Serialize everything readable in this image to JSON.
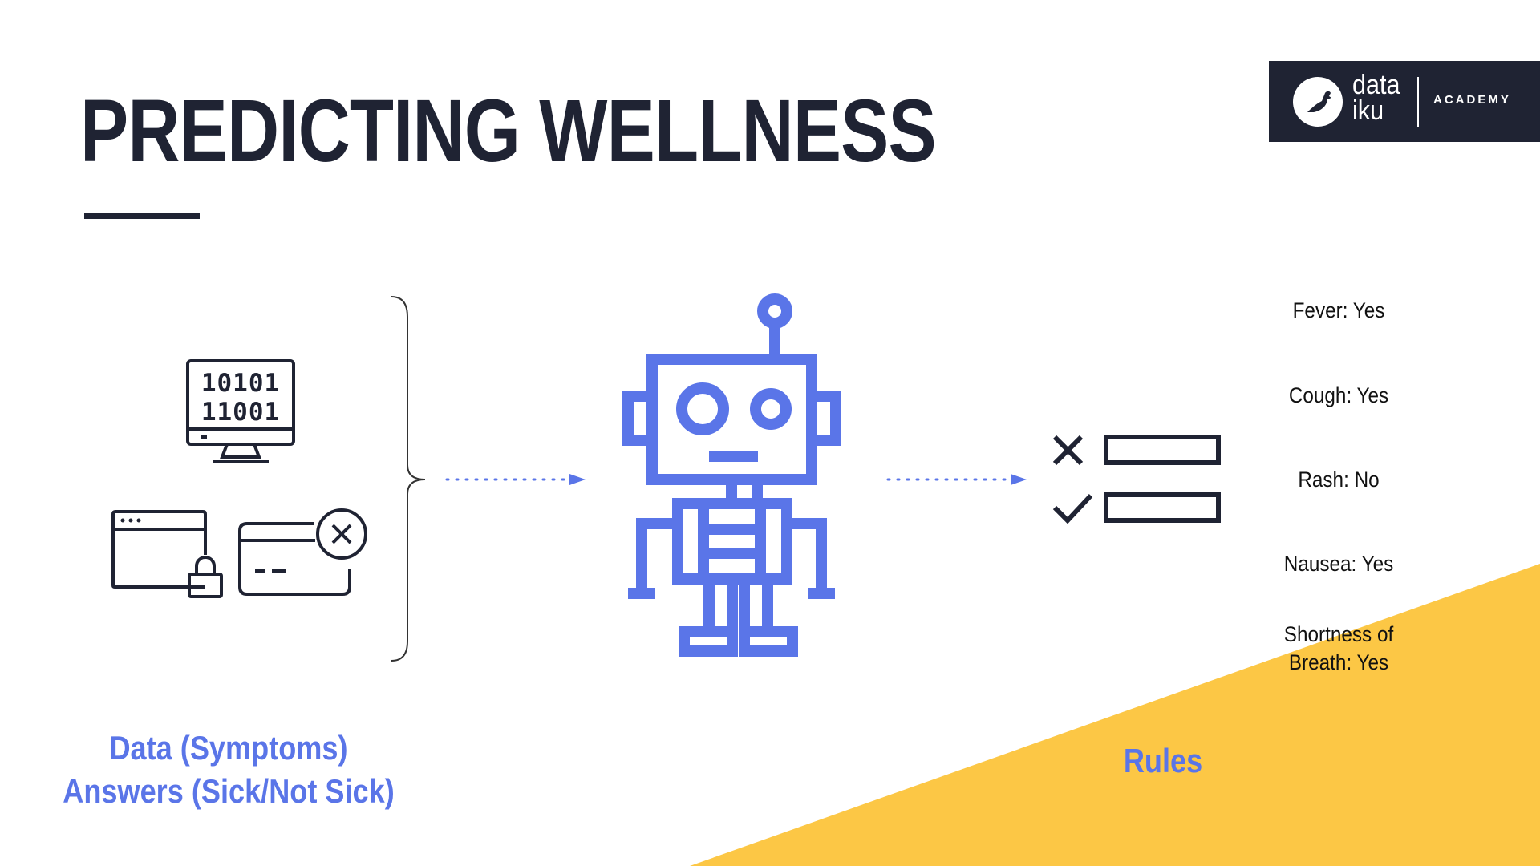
{
  "slide": {
    "title": "PREDICTING WELLNESS"
  },
  "logo": {
    "word_line1": "data",
    "word_line2": "iku",
    "academy": "ACADEMY"
  },
  "left_icons": {
    "binary_row1": "10101",
    "binary_row2": "11001"
  },
  "rules": [
    {
      "text": "Fever: Yes"
    },
    {
      "text": "Cough: Yes"
    },
    {
      "text": "Rash: No"
    },
    {
      "text": "Nausea: Yes"
    },
    {
      "text": "Shortness of Breath: Yes"
    }
  ],
  "captions": {
    "left_line1": "Data (Symptoms)",
    "left_line2": "Answers (Sick/Not Sick)",
    "right": "Rules"
  },
  "colors": {
    "navy": "#1f2333",
    "accent_blue": "#5a75e8",
    "accent_yellow": "#fcc745"
  }
}
